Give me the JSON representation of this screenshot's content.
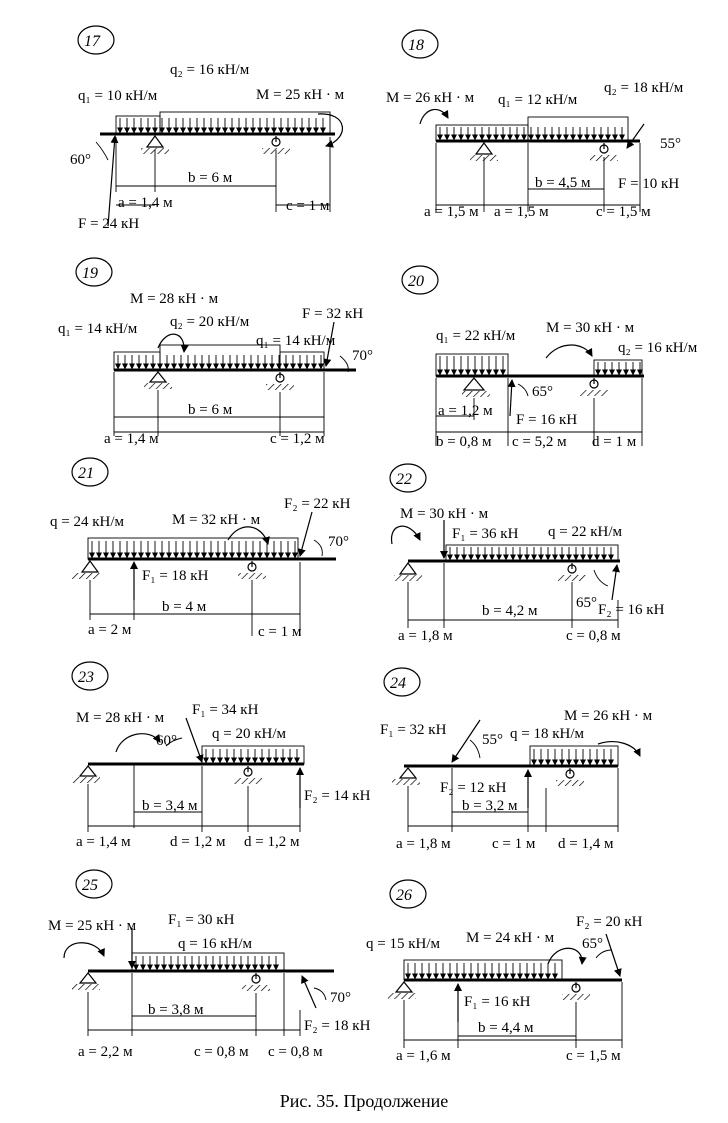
{
  "caption": "Рис. 35. Продолжение",
  "variants": [
    {
      "id": "17",
      "labels": [
        "q₂ = 16 кН/м",
        "q₁ = 10 кН/м",
        "M = 25 кН · м",
        "60°",
        "b = 6 м",
        "a = 1,4 м",
        "c = 1 м",
        "F = 24 кН"
      ]
    },
    {
      "id": "18",
      "labels": [
        "M = 26 кН · м",
        "q₁ = 12 кН/м",
        "q₂ = 18 кН/м",
        "55°",
        "b = 4,5 м",
        "F = 10 кН",
        "a = 1,5 м",
        "a = 1,5 м",
        "c = 1,5 м"
      ]
    },
    {
      "id": "19",
      "labels": [
        "M = 28 кН · м",
        "q₁ = 14 кН/м",
        "q₂ = 20 кН/м",
        "q₁ = 14 кН/м",
        "F = 32 кН",
        "70°",
        "b = 6 м",
        "a = 1,4 м",
        "c = 1,2 м"
      ]
    },
    {
      "id": "20",
      "labels": [
        "q₁ = 22 кН/м",
        "M = 30 кН · м",
        "q₂ = 16 кН/м",
        "65°",
        "a = 1,2 м",
        "F = 16 кН",
        "b = 0,8 м",
        "c = 5,2 м",
        "d = 1 м"
      ]
    },
    {
      "id": "21",
      "labels": [
        "q = 24 кН/м",
        "M = 32 кН · м",
        "F₂ = 22 кН",
        "70°",
        "F₁ = 18 кН",
        "b = 4 м",
        "a = 2 м",
        "c = 1 м"
      ]
    },
    {
      "id": "22",
      "labels": [
        "M = 30 кН · м",
        "F₁ = 36 кН",
        "q = 22 кН/м",
        "b = 4,2 м",
        "65°",
        "F₂ = 16 кН",
        "a = 1,8 м",
        "c = 0,8 м"
      ]
    },
    {
      "id": "23",
      "labels": [
        "M = 28 кН · м",
        "F₁ = 34 кН",
        "60°",
        "q = 20 кН/м",
        "b = 3,4 м",
        "F₂ = 14 кН",
        "a = 1,4 м",
        "d = 1,2 м",
        "d = 1,2 м"
      ]
    },
    {
      "id": "24",
      "labels": [
        "F₁ = 32 кН",
        "55°",
        "q = 18 кН/м",
        "M = 26 кН · м",
        "F₂ = 12 кН",
        "b = 3,2 м",
        "a = 1,8 м",
        "c = 1 м",
        "d = 1,4 м"
      ]
    },
    {
      "id": "25",
      "labels": [
        "M = 25 кН · м",
        "F₁ = 30 кН",
        "q = 16 кН/м",
        "b = 3,8 м",
        "70°",
        "F₂ = 18 кН",
        "a = 2,2 м",
        "c = 0,8 м",
        "c = 0,8 м"
      ]
    },
    {
      "id": "26",
      "labels": [
        "q = 15 кН/м",
        "M = 24 кН · м",
        "65°",
        "F₂ = 20 кН",
        "F₁ = 16 кН",
        "b = 4,4 м",
        "a = 1,6 м",
        "c = 1,5 м"
      ]
    }
  ]
}
